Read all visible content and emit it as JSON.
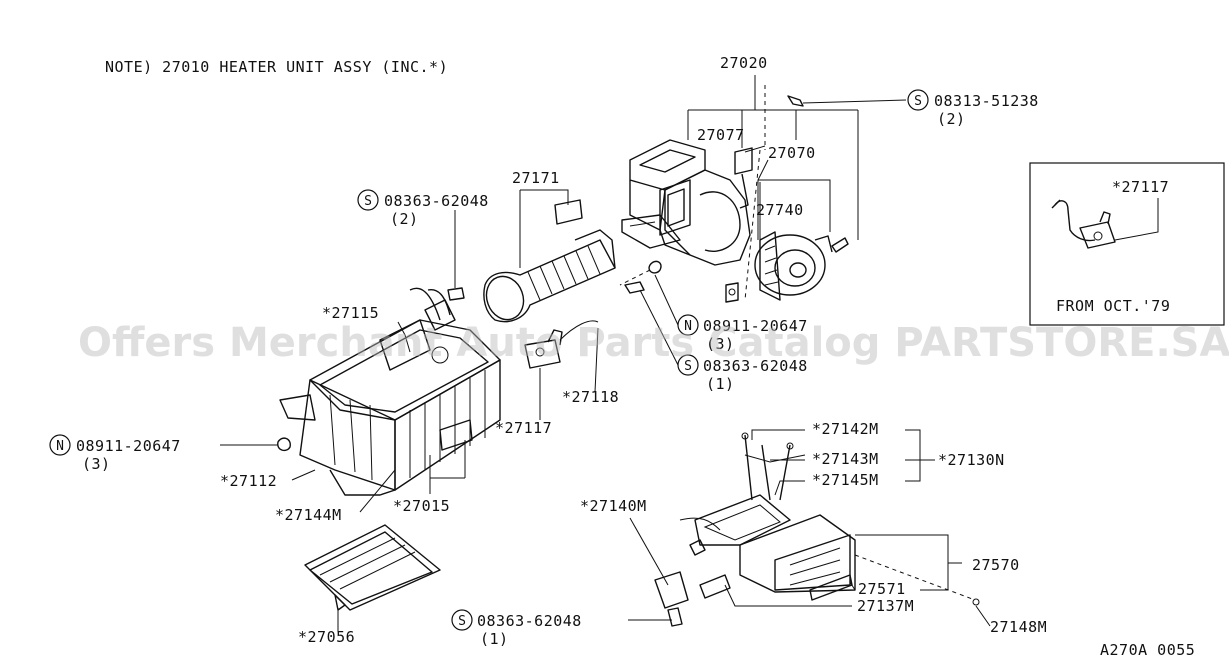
{
  "note": "NOTE) 27010 HEATER UNIT ASSY (INC.*)",
  "watermark": "Offers Merchant Auto Parts Catalog PARTSTORE.SA",
  "diagram_code": "A270A 0055",
  "inset": {
    "part": "*27117",
    "caption": "FROM OCT.'79"
  },
  "labels": {
    "p27020": "27020",
    "p27077": "27077",
    "p27070": "27070",
    "p27740": "27740",
    "p27171": "27171",
    "p27115": "*27115",
    "p27118": "*27118",
    "p27117": "*27117",
    "p27112": "*27112",
    "p27144m": "*27144M",
    "p27015": "*27015",
    "p27056": "*27056",
    "p27142m": "*27142M",
    "p27143m": "*27143M",
    "p27145m": "*27145M",
    "p27130n": "*27130N",
    "p27140m": "*27140M",
    "p27570": "27570",
    "p27571": "27571",
    "p27137m": "27137M",
    "p27148m": "27148M"
  },
  "fasteners": {
    "s1": {
      "symbol": "S",
      "number": "08313-51238",
      "qty": "(2)"
    },
    "s2": {
      "symbol": "S",
      "number": "08363-62048",
      "qty": "(2)"
    },
    "n1": {
      "symbol": "N",
      "number": "08911-20647",
      "qty": "(3)"
    },
    "s3": {
      "symbol": "S",
      "number": "08363-62048",
      "qty": "(1)"
    },
    "n2": {
      "symbol": "N",
      "number": "08911-20647",
      "qty": "(3)"
    },
    "s4": {
      "symbol": "S",
      "number": "08363-62048",
      "qty": "(1)"
    }
  }
}
